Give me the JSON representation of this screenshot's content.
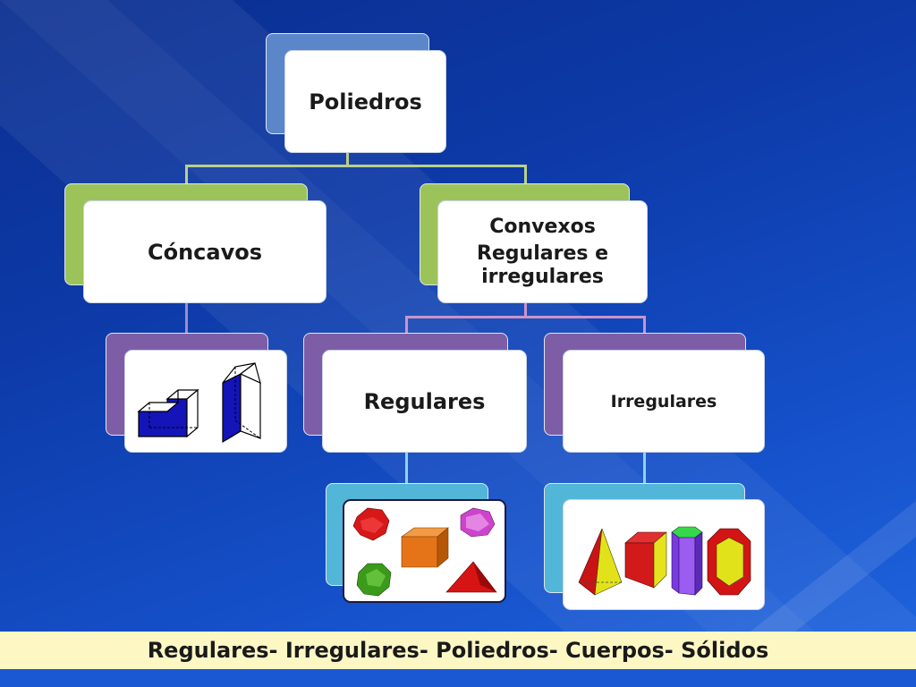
{
  "nodes": {
    "root": "Poliedros",
    "concave": "Cóncavos",
    "convex_title": "Convexos",
    "convex_subtitle": "Regulares  e irregulares",
    "regular": "Regulares",
    "irregular": "Irregulares"
  },
  "footer": {
    "text": "Regulares- Irregulares-  Poliedros- Cuerpos- Sólidos"
  },
  "colors": {
    "background": "#1248c2",
    "root_tab": "#5b86c9",
    "level1_tab": "#9cc35a",
    "level2_tab": "#7d5ea6",
    "level3_tab": "#52b6d9",
    "footer_bg": "#fdf7c4"
  }
}
